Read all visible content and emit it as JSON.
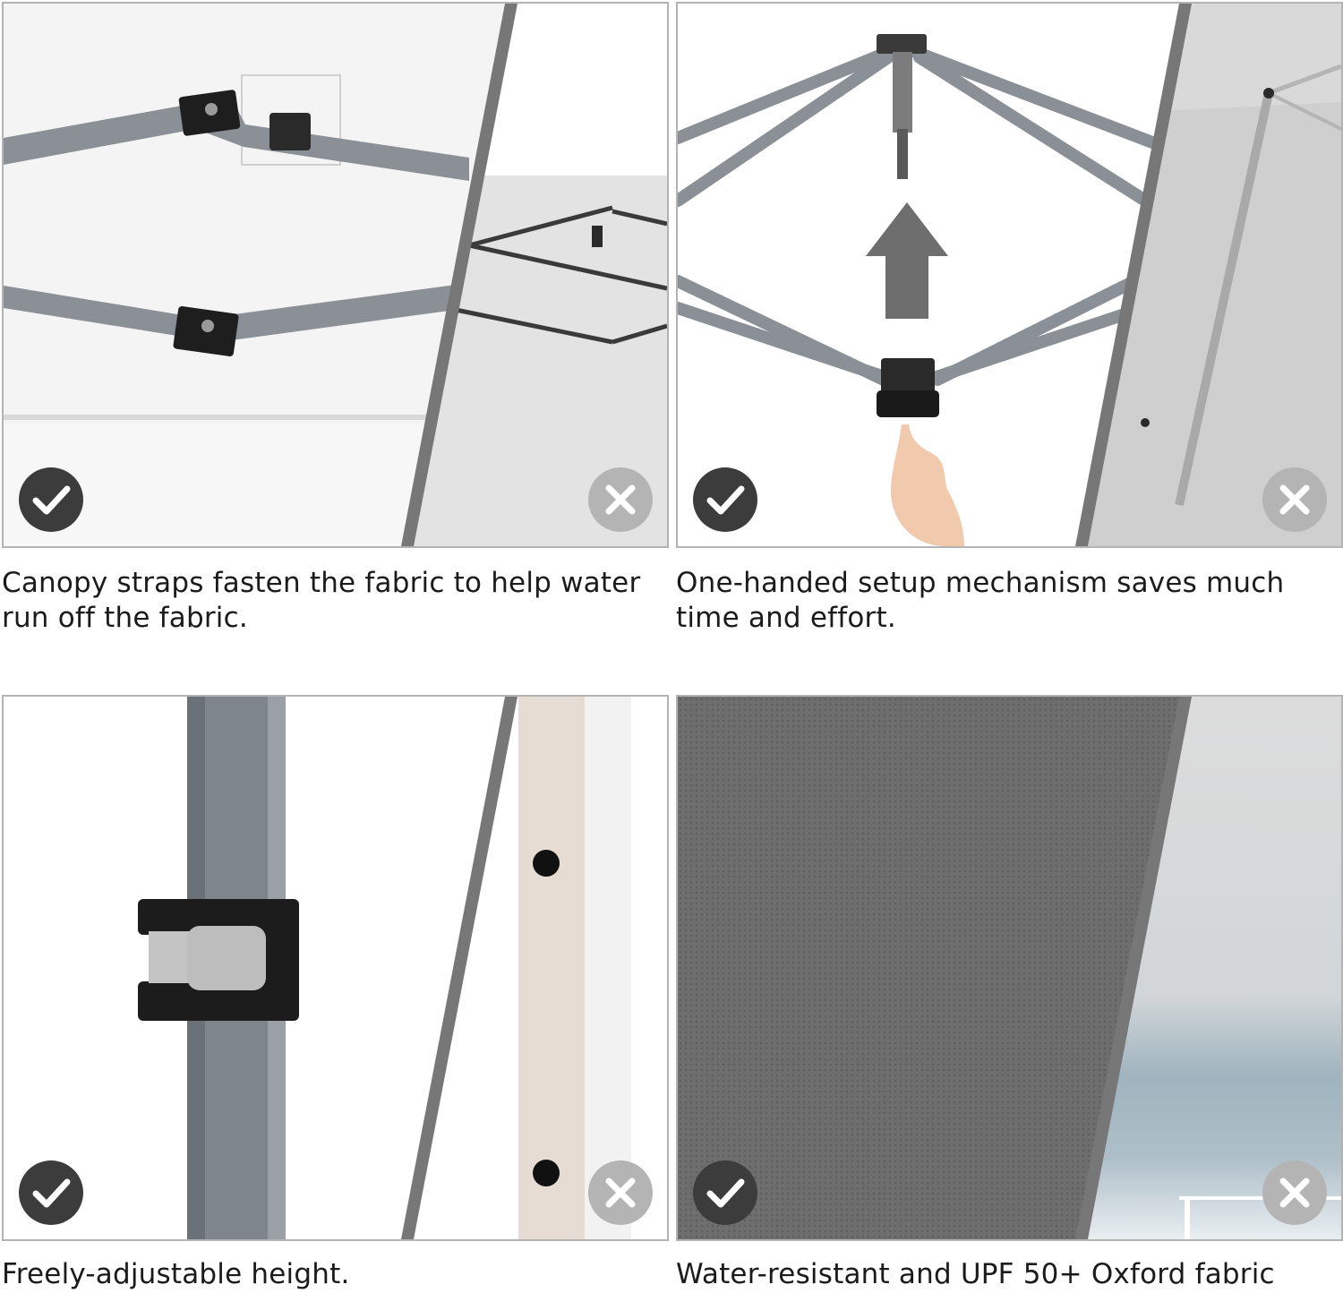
{
  "panels": [
    {
      "caption_line1": "Canopy straps fasten the fabric to help water",
      "caption_line2": "run off the fabric.",
      "good_icon": "checkmark-icon",
      "bad_icon": "x-mark-icon"
    },
    {
      "caption_line1": "One-handed setup mechanism saves much",
      "caption_line2": "time and effort.",
      "good_icon": "checkmark-icon",
      "bad_icon": "x-mark-icon"
    },
    {
      "caption_line1": "Freely-adjustable height.",
      "caption_line2": "",
      "good_icon": "checkmark-icon",
      "bad_icon": "x-mark-icon"
    },
    {
      "caption_line1": "Water-resistant and UPF 50+ Oxford fabric",
      "caption_line2": "",
      "good_icon": "checkmark-icon",
      "bad_icon": "x-mark-icon"
    }
  ],
  "colors": {
    "good_badge": "#3c3c3c",
    "bad_badge": "#b4b4b4",
    "frame": "#8a9096",
    "border": "#b3b3b3"
  }
}
